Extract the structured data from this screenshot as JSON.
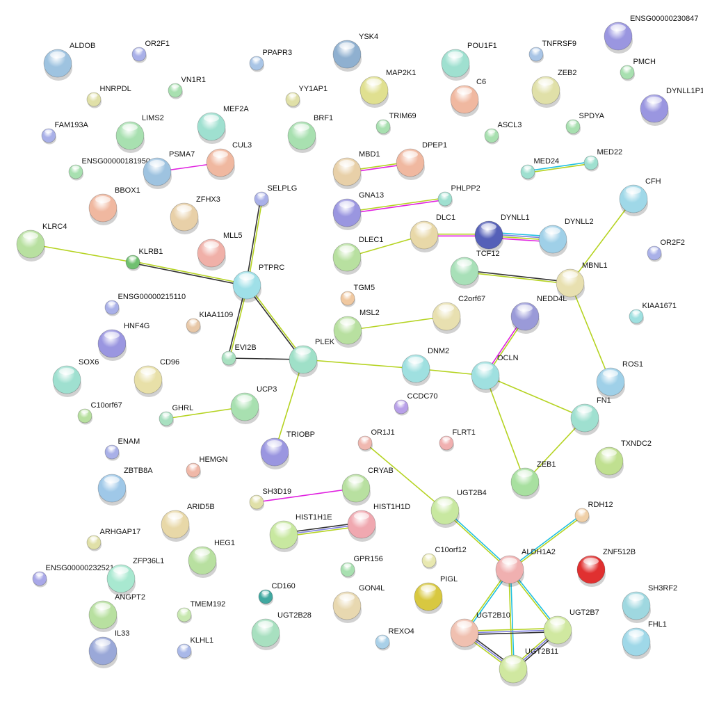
{
  "network": {
    "nodes": [
      {
        "name": "ALDOB",
        "color": "#9ec3e0"
      },
      {
        "name": "OR2F1",
        "color": "#a9b0e8"
      },
      {
        "name": "PPAPR3",
        "color": "#a9c5e6"
      },
      {
        "name": "YSK4",
        "color": "#8fb0d0"
      },
      {
        "name": "POU1F1",
        "color": "#9fe0d0"
      },
      {
        "name": "TNFRSF9",
        "color": "#a9c5e6"
      },
      {
        "name": "ENSG00000230847",
        "color": "#9a96e0"
      },
      {
        "name": "PMCH",
        "color": "#a8e0b0"
      },
      {
        "name": "HNRPDL",
        "color": "#e0e0a8"
      },
      {
        "name": "VN1R1",
        "color": "#a8e0b0"
      },
      {
        "name": "YY1AP1",
        "color": "#e0e0a8"
      },
      {
        "name": "MAP2K1",
        "color": "#e0e090"
      },
      {
        "name": "C6",
        "color": "#f0b8a0"
      },
      {
        "name": "ZEB2",
        "color": "#e0e0a8"
      },
      {
        "name": "DYNLL1P1",
        "color": "#9a96e0"
      },
      {
        "name": "FAM193A",
        "color": "#a9b0e8"
      },
      {
        "name": "LIMS2",
        "color": "#a8e0b0"
      },
      {
        "name": "MEF2A",
        "color": "#9fe0d0"
      },
      {
        "name": "BRF1",
        "color": "#a8e0b0"
      },
      {
        "name": "TRIM69",
        "color": "#a8e0b0"
      },
      {
        "name": "ASCL3",
        "color": "#a8e0b0"
      },
      {
        "name": "SPDYA",
        "color": "#a8e0b0"
      },
      {
        "name": "ENSG00000181950",
        "color": "#a8e0b0"
      },
      {
        "name": "PSMA7",
        "color": "#9ec3e0"
      },
      {
        "name": "CUL3",
        "color": "#f0b8a0"
      },
      {
        "name": "MBD1",
        "color": "#e8d0a8"
      },
      {
        "name": "DPEP1",
        "color": "#f0b8a0"
      },
      {
        "name": "MED24",
        "color": "#9fe0d0"
      },
      {
        "name": "MED22",
        "color": "#9fe0d0"
      },
      {
        "name": "BBOX1",
        "color": "#f0b8a0"
      },
      {
        "name": "ZFHX3",
        "color": "#e8d0a8"
      },
      {
        "name": "SELPLG",
        "color": "#a9b0e8"
      },
      {
        "name": "GNA13",
        "color": "#9a96e0"
      },
      {
        "name": "PHLPP2",
        "color": "#9fe0d0"
      },
      {
        "name": "CFH",
        "color": "#9fd8e8"
      },
      {
        "name": "KLRC4",
        "color": "#b8e0a0"
      },
      {
        "name": "KLRB1",
        "color": "#70c070"
      },
      {
        "name": "MLL5",
        "color": "#f0b0a8"
      },
      {
        "name": "PTPRC",
        "color": "#9fe0e8"
      },
      {
        "name": "DLC1",
        "color": "#e8d8a8"
      },
      {
        "name": "DYNLL1",
        "color": "#5560b8"
      },
      {
        "name": "DYNLL2",
        "color": "#9fd0e8"
      },
      {
        "name": "DLEC1",
        "color": "#b8e0a0"
      },
      {
        "name": "TCF12",
        "color": "#a8e0b8"
      },
      {
        "name": "MBNL1",
        "color": "#e8e0b0"
      },
      {
        "name": "OR2F2",
        "color": "#a9b0e8"
      },
      {
        "name": "ENSG00000215110",
        "color": "#a9b0e8"
      },
      {
        "name": "KIAA1109",
        "color": "#e8c8a8"
      },
      {
        "name": "TGM5",
        "color": "#f0c8a0"
      },
      {
        "name": "C2orf67",
        "color": "#e8e0b0"
      },
      {
        "name": "NEDD4L",
        "color": "#9a9ad8"
      },
      {
        "name": "KIAA1671",
        "color": "#9fe0e0"
      },
      {
        "name": "HNF4G",
        "color": "#9a96e0"
      },
      {
        "name": "MSL2",
        "color": "#b8e0a0"
      },
      {
        "name": "EVI2B",
        "color": "#a8e0c0"
      },
      {
        "name": "PLEK",
        "color": "#9fe0c8"
      },
      {
        "name": "DNM2",
        "color": "#9fe0e0"
      },
      {
        "name": "OCLN",
        "color": "#9fe0e0"
      },
      {
        "name": "ROS1",
        "color": "#9fd0e8"
      },
      {
        "name": "SOX6",
        "color": "#9fe0d0"
      },
      {
        "name": "CD96",
        "color": "#e8e0a8"
      },
      {
        "name": "CCDC70",
        "color": "#b8a0e8"
      },
      {
        "name": "FN1",
        "color": "#9fe0d0"
      },
      {
        "name": "C10orf67",
        "color": "#b8e0a0"
      },
      {
        "name": "GHRL",
        "color": "#a8e0c0"
      },
      {
        "name": "UCP3",
        "color": "#a8e0b0"
      },
      {
        "name": "OR1J1",
        "color": "#f0b8b0"
      },
      {
        "name": "FLRT1",
        "color": "#f0b0b0"
      },
      {
        "name": "ENAM",
        "color": "#a9b0e8"
      },
      {
        "name": "TRIOBP",
        "color": "#9a96e0"
      },
      {
        "name": "TXNDC2",
        "color": "#c0e090"
      },
      {
        "name": "HEMGN",
        "color": "#f0b8a8"
      },
      {
        "name": "ZBTB8A",
        "color": "#9fc8e8"
      },
      {
        "name": "CRYAB",
        "color": "#b8e0a0"
      },
      {
        "name": "ZEB1",
        "color": "#a8e0a0"
      },
      {
        "name": "SH3D19",
        "color": "#e0e0a8"
      },
      {
        "name": "UGT2B4",
        "color": "#c8e8a0"
      },
      {
        "name": "RDH12",
        "color": "#f0d0a8"
      },
      {
        "name": "ARID5B",
        "color": "#e8d8a8"
      },
      {
        "name": "HIST1H1E",
        "color": "#c8e8a0"
      },
      {
        "name": "HIST1H1D",
        "color": "#f0a8b0"
      },
      {
        "name": "ARHGAP17",
        "color": "#e0e0a8"
      },
      {
        "name": "C10orf12",
        "color": "#e8e8b0"
      },
      {
        "name": "ZNF512B",
        "color": "#e03030"
      },
      {
        "name": "HEG1",
        "color": "#b8e0a0"
      },
      {
        "name": "GPR156",
        "color": "#a8e0b0"
      },
      {
        "name": "ALDH1A2",
        "color": "#f0b0b0"
      },
      {
        "name": "ENSG00000232521",
        "color": "#a9a8e8"
      },
      {
        "name": "ZFP36L1",
        "color": "#a8e8d0"
      },
      {
        "name": "PIGL",
        "color": "#d8c840"
      },
      {
        "name": "CD160",
        "color": "#40a8a0"
      },
      {
        "name": "SH3RF2",
        "color": "#9fd8e0"
      },
      {
        "name": "GON4L",
        "color": "#e8d8b0"
      },
      {
        "name": "ANGPT2",
        "color": "#b8e0a0"
      },
      {
        "name": "TMEM192",
        "color": "#c8e8b0"
      },
      {
        "name": "FHL1",
        "color": "#9fd8e8"
      },
      {
        "name": "UGT2B28",
        "color": "#a8e0c0"
      },
      {
        "name": "UGT2B10",
        "color": "#f0c0b0"
      },
      {
        "name": "UGT2B7",
        "color": "#d0e8a0"
      },
      {
        "name": "REXO4",
        "color": "#a9d0e8"
      },
      {
        "name": "IL33",
        "color": "#9aa8d8"
      },
      {
        "name": "KLHL1",
        "color": "#a9b8e8"
      },
      {
        "name": "UGT2B11",
        "color": "#d0e8a0"
      }
    ],
    "evidence_colors": {
      "textmining": "#b5d321",
      "coexpression": "#333333",
      "experiments": "#e020e0",
      "databases": "#20c0e0",
      "homology": "#8080e0"
    },
    "edges": [
      {
        "a": "PSMA7",
        "b": "CUL3",
        "types": [
          "experiments"
        ]
      },
      {
        "a": "SELPLG",
        "b": "PTPRC",
        "types": [
          "textmining",
          "coexpression"
        ]
      },
      {
        "a": "KLRC4",
        "b": "KLRB1",
        "types": [
          "textmining"
        ]
      },
      {
        "a": "KLRB1",
        "b": "PTPRC",
        "types": [
          "textmining",
          "coexpression"
        ]
      },
      {
        "a": "PTPRC",
        "b": "EVI2B",
        "types": [
          "textmining",
          "coexpression"
        ]
      },
      {
        "a": "PTPRC",
        "b": "PLEK",
        "types": [
          "textmining",
          "coexpression"
        ]
      },
      {
        "a": "EVI2B",
        "b": "PLEK",
        "types": [
          "coexpression"
        ]
      },
      {
        "a": "PLEK",
        "b": "TRIOBP",
        "types": [
          "textmining"
        ]
      },
      {
        "a": "PLEK",
        "b": "DNM2",
        "types": [
          "textmining"
        ]
      },
      {
        "a": "DNM2",
        "b": "OCLN",
        "types": [
          "textmining"
        ]
      },
      {
        "a": "OCLN",
        "b": "NEDD4L",
        "types": [
          "experiments",
          "textmining"
        ]
      },
      {
        "a": "OCLN",
        "b": "FN1",
        "types": [
          "textmining"
        ]
      },
      {
        "a": "OCLN",
        "b": "ZEB1",
        "types": [
          "textmining"
        ]
      },
      {
        "a": "FN1",
        "b": "ZEB1",
        "types": [
          "textmining"
        ]
      },
      {
        "a": "MBNL1",
        "b": "CFH",
        "types": [
          "textmining"
        ]
      },
      {
        "a": "MBNL1",
        "b": "ROS1",
        "types": [
          "textmining"
        ]
      },
      {
        "a": "TCF12",
        "b": "MBNL1",
        "types": [
          "coexpression",
          "textmining"
        ]
      },
      {
        "a": "DLC1",
        "b": "DLEC1",
        "types": [
          "textmining"
        ]
      },
      {
        "a": "DLC1",
        "b": "DYNLL1",
        "types": [
          "textmining",
          "experiments"
        ]
      },
      {
        "a": "DYNLL1",
        "b": "DYNLL2",
        "types": [
          "databases",
          "homology",
          "textmining",
          "experiments"
        ]
      },
      {
        "a": "GNA13",
        "b": "PHLPP2",
        "types": [
          "textmining",
          "experiments"
        ]
      },
      {
        "a": "MBD1",
        "b": "DPEP1",
        "types": [
          "textmining",
          "experiments"
        ]
      },
      {
        "a": "MED24",
        "b": "MED22",
        "types": [
          "databases",
          "textmining"
        ]
      },
      {
        "a": "MSL2",
        "b": "C2orf67",
        "types": [
          "textmining"
        ]
      },
      {
        "a": "UCP3",
        "b": "GHRL",
        "types": [
          "textmining"
        ]
      },
      {
        "a": "SH3D19",
        "b": "CRYAB",
        "types": [
          "experiments"
        ]
      },
      {
        "a": "HIST1H1E",
        "b": "HIST1H1D",
        "types": [
          "coexpression",
          "homology",
          "textmining"
        ]
      },
      {
        "a": "OR1J1",
        "b": "UGT2B4",
        "types": [
          "textmining"
        ]
      },
      {
        "a": "UGT2B4",
        "b": "ALDH1A2",
        "types": [
          "databases",
          "textmining"
        ]
      },
      {
        "a": "ALDH1A2",
        "b": "RDH12",
        "types": [
          "databases",
          "textmining"
        ]
      },
      {
        "a": "ALDH1A2",
        "b": "UGT2B10",
        "types": [
          "databases",
          "textmining"
        ]
      },
      {
        "a": "ALDH1A2",
        "b": "UGT2B7",
        "types": [
          "databases",
          "textmining"
        ]
      },
      {
        "a": "ALDH1A2",
        "b": "UGT2B11",
        "types": [
          "databases",
          "textmining"
        ]
      },
      {
        "a": "UGT2B10",
        "b": "UGT2B7",
        "types": [
          "textmining",
          "homology",
          "coexpression"
        ]
      },
      {
        "a": "UGT2B10",
        "b": "UGT2B11",
        "types": [
          "coexpression",
          "homology",
          "textmining"
        ]
      },
      {
        "a": "UGT2B7",
        "b": "UGT2B11",
        "types": [
          "coexpression",
          "homology",
          "textmining"
        ]
      }
    ]
  }
}
